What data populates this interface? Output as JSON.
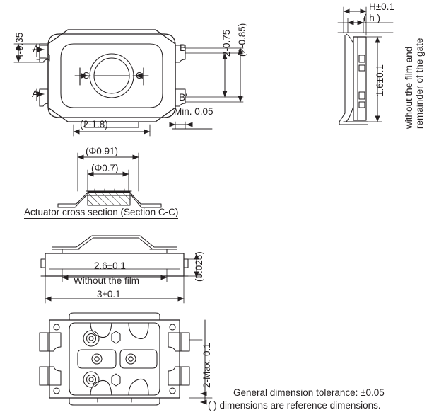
{
  "drawing": {
    "title": "Tactile switch dimensional drawing",
    "units": "mm",
    "line_color": "#231f20",
    "hatch_color": "#231f20"
  },
  "top_view": {
    "name": "top-view",
    "labels": {
      "left_pitch": "4-0.35",
      "section_a_top": "A",
      "section_a_bottom": "A'",
      "section_b_top": "B",
      "section_b_bottom": "B'",
      "section_c_left": "C",
      "section_c_right": "C",
      "width_ref": "(2-1.8)",
      "gap_min": "Min. 0.05",
      "pitch_vertical": "2-0.75",
      "pitch_vertical_ref": "(2-0.85)"
    }
  },
  "side_view": {
    "name": "side-view",
    "labels": {
      "height_total": "H±0.1",
      "height_ref": "( h )",
      "body_height": "1.6±0.1",
      "gate_note": "without the film and\nremainder of the gate",
      "gate_note_line1": "without the film and",
      "gate_note_line2": "remainder of the gate"
    }
  },
  "actuator_section": {
    "name": "actuator-cross-section",
    "labels": {
      "outer_dia": "(Φ0.91)",
      "inner_dia": "(Φ0.7)",
      "caption": "Actuator cross section (Section C-C)"
    }
  },
  "front_view": {
    "name": "front-view",
    "labels": {
      "body_width": "2.6±0.1",
      "without_film": "Without the film",
      "overall_width": "3±0.1",
      "thickness_ref": "(0.025)"
    }
  },
  "bottom_view": {
    "name": "bottom-view",
    "labels": {
      "terminal_coplanarity": "2-Max. 0.1"
    }
  },
  "notes": {
    "general_tolerance": "General dimension tolerance: ±0.05",
    "reference_note": "(  ) dimensions are reference dimensions."
  }
}
